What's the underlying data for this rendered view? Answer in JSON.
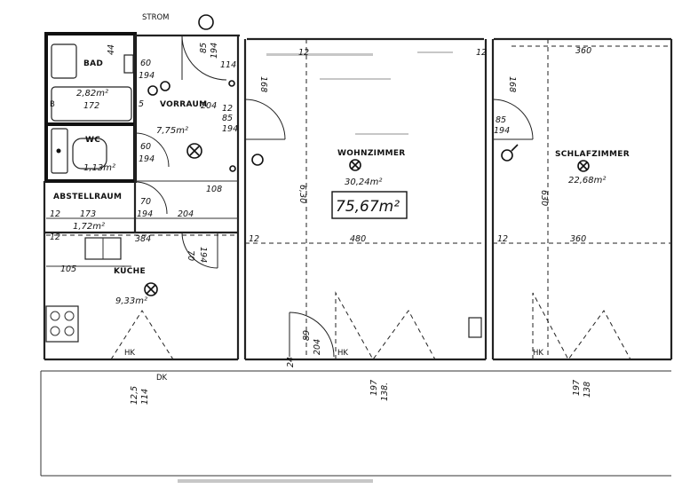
{
  "rooms": {
    "bad": {
      "name": "BAD",
      "area": "2,82m²"
    },
    "wc": {
      "name": "WC",
      "area": "1,13m²"
    },
    "vorraum": {
      "name": "VORRAUM",
      "area": "7,75m²"
    },
    "abstellraum": {
      "name": "ABSTELLRAUM",
      "area": "1,72m²"
    },
    "kueche": {
      "name": "KÜCHE",
      "area": "9,33m²"
    },
    "wohnzimmer": {
      "name": "WOHNZIMMER",
      "area": "30,24m²"
    },
    "schlafzimmer": {
      "name": "SCHLAFZIMMER",
      "area": "22,68m²"
    }
  },
  "total_area": "75,67m²",
  "annotations": {
    "strom": "STROM",
    "hk": "HK",
    "dk": "DK",
    "b_mark": "B"
  },
  "dimensions": {
    "d_44": "44",
    "d_60_a": "60",
    "d_194_a": "194",
    "d_85_a": "85",
    "d_194_b": "194",
    "d_114": "114",
    "d_172": "172",
    "d_5": "5",
    "d_204_a": "204",
    "d_12_a": "12",
    "d_85_b": "85",
    "d_194_c": "194",
    "d_60_b": "60",
    "d_194_d": "194",
    "d_108": "108",
    "d_70_a": "70",
    "d_194_e": "194",
    "d_12_b": "12",
    "d_173": "173",
    "d_204_b": "204",
    "d_384": "384",
    "d_70_b": "70",
    "d_194_f": "194",
    "d_105": "105",
    "d_12_c": "12",
    "d_480": "480",
    "d_12_d": "12",
    "d_360_a": "360",
    "d_360_b": "360",
    "d_12_e": "12",
    "d_168_a": "168",
    "d_168_b": "168",
    "d_85_c": "85",
    "d_194_g": "194",
    "d_630_a": "6,30",
    "d_630_b": "630",
    "d_12_f": "12",
    "d_89": "89",
    "d_204_c": "204",
    "d_24": "24",
    "d_125": "12,5",
    "d_114_b": "114",
    "d_197_a": "197",
    "d_138_a": "138.",
    "d_197_b": "197",
    "d_138_b": "138",
    "d_12_g": "12"
  }
}
